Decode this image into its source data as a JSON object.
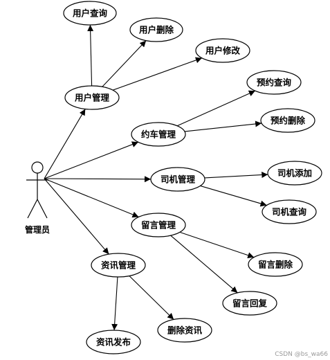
{
  "actor": {
    "label": "管理员"
  },
  "nodes": [
    {
      "id": "user-mgmt",
      "label": "用户管理"
    },
    {
      "id": "user-query",
      "label": "用户查询"
    },
    {
      "id": "user-delete",
      "label": "用户删除"
    },
    {
      "id": "user-modify",
      "label": "用户修改"
    },
    {
      "id": "booking-mgmt",
      "label": "约车管理"
    },
    {
      "id": "booking-query",
      "label": "预约查询"
    },
    {
      "id": "booking-delete",
      "label": "预约删除"
    },
    {
      "id": "driver-mgmt",
      "label": "司机管理"
    },
    {
      "id": "driver-add",
      "label": "司机添加"
    },
    {
      "id": "driver-query",
      "label": "司机查询"
    },
    {
      "id": "message-mgmt",
      "label": "留言管理"
    },
    {
      "id": "message-delete",
      "label": "留言删除"
    },
    {
      "id": "message-reply",
      "label": "留言回复"
    },
    {
      "id": "news-mgmt",
      "label": "资讯管理"
    },
    {
      "id": "news-publish",
      "label": "资讯发布"
    },
    {
      "id": "news-delete",
      "label": "删除资讯"
    }
  ],
  "edges": [
    [
      "actor",
      "user-mgmt"
    ],
    [
      "actor",
      "booking-mgmt"
    ],
    [
      "actor",
      "driver-mgmt"
    ],
    [
      "actor",
      "message-mgmt"
    ],
    [
      "actor",
      "news-mgmt"
    ],
    [
      "user-mgmt",
      "user-query"
    ],
    [
      "user-mgmt",
      "user-delete"
    ],
    [
      "user-mgmt",
      "user-modify"
    ],
    [
      "booking-mgmt",
      "booking-query"
    ],
    [
      "booking-mgmt",
      "booking-delete"
    ],
    [
      "driver-mgmt",
      "driver-add"
    ],
    [
      "driver-mgmt",
      "driver-query"
    ],
    [
      "message-mgmt",
      "message-delete"
    ],
    [
      "message-mgmt",
      "message-reply"
    ],
    [
      "news-mgmt",
      "news-publish"
    ],
    [
      "news-mgmt",
      "news-delete"
    ]
  ],
  "watermark": "CSDN @bs_wa66"
}
